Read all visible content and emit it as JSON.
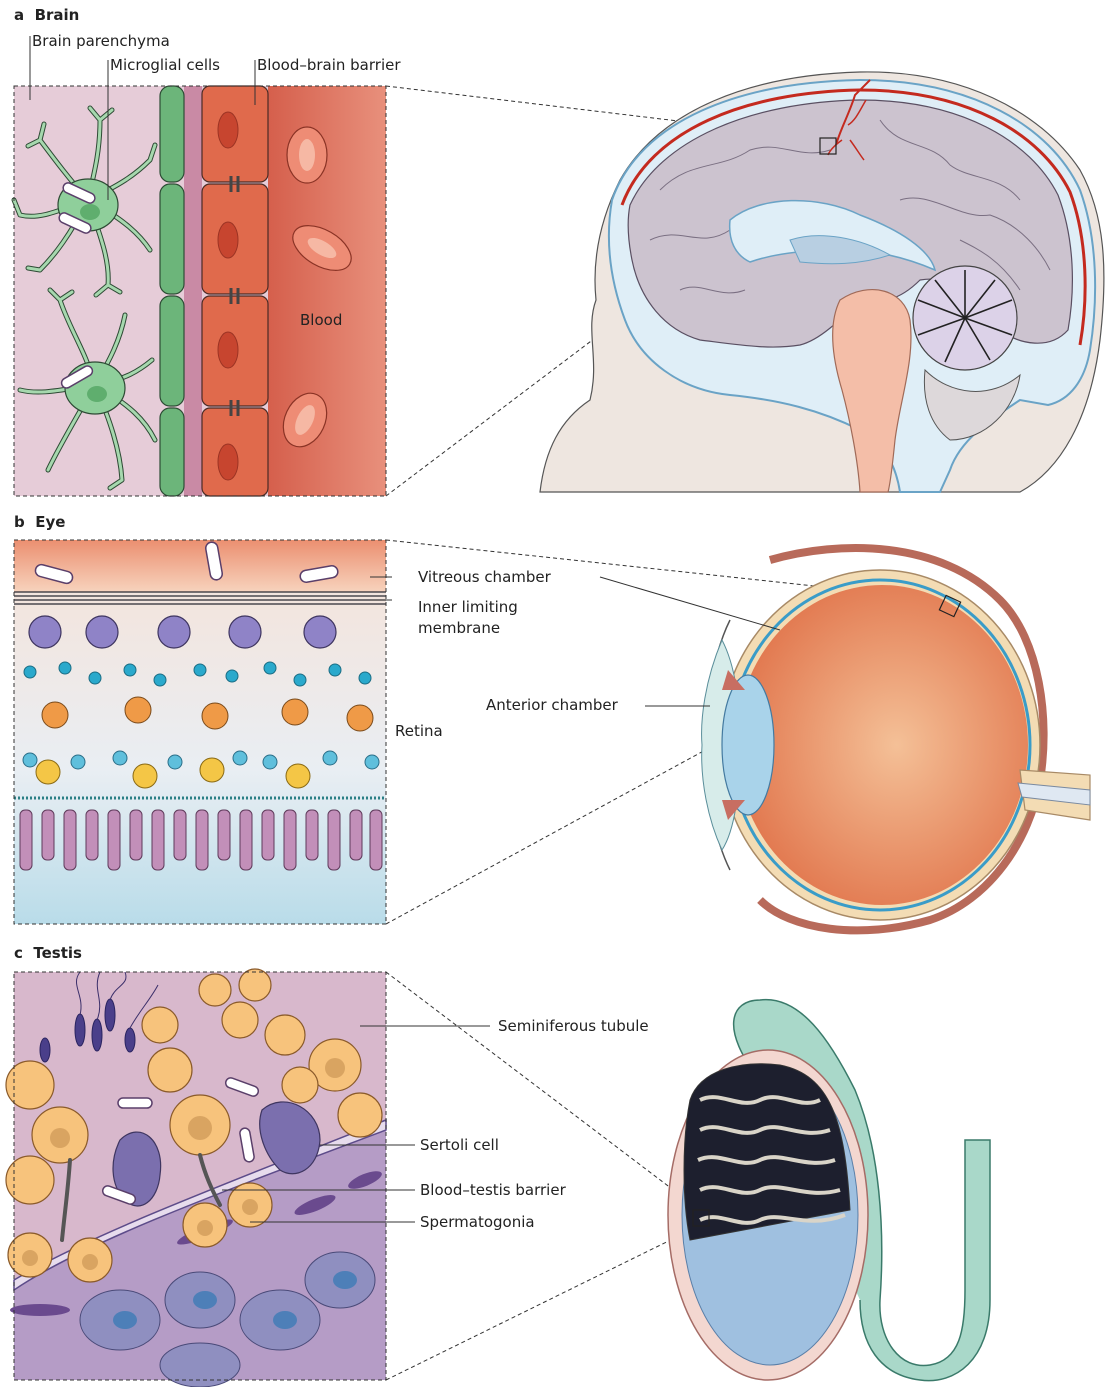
{
  "panels": {
    "a": {
      "letter": "a",
      "title": "Brain"
    },
    "b": {
      "letter": "b",
      "title": "Eye"
    },
    "c": {
      "letter": "c",
      "title": "Testis"
    }
  },
  "brain_labels": {
    "parenchyma": "Brain parenchyma",
    "microglia": "Microglial cells",
    "bbb": "Blood–brain barrier",
    "blood": "Blood"
  },
  "eye_labels": {
    "vitreous": "Vitreous chamber",
    "ilm_line1": "Inner limiting",
    "ilm_line2": "membrane",
    "retina": "Retina",
    "anterior": "Anterior chamber"
  },
  "testis_labels": {
    "tubule": "Seminiferous tubule",
    "sertoli": "Sertoli cell",
    "btb": "Blood–testis barrier",
    "spermatogonia": "Spermatogonia"
  },
  "colors": {
    "parenchyma": "#e6ccd8",
    "microglia": "#7dc08a",
    "endothelium": "#e06a4c",
    "blood": "#d9705e",
    "vitreous": "#ec9978",
    "retina_bg": "#e5edf2",
    "testis_tubule": "#d8b8cc",
    "spermatogonia": "#f7c37c",
    "sertoli": "#7b6fae",
    "brain": "#c9c0cc",
    "eye": "#ee9a6f",
    "epididymis": "#a9d8c9"
  }
}
